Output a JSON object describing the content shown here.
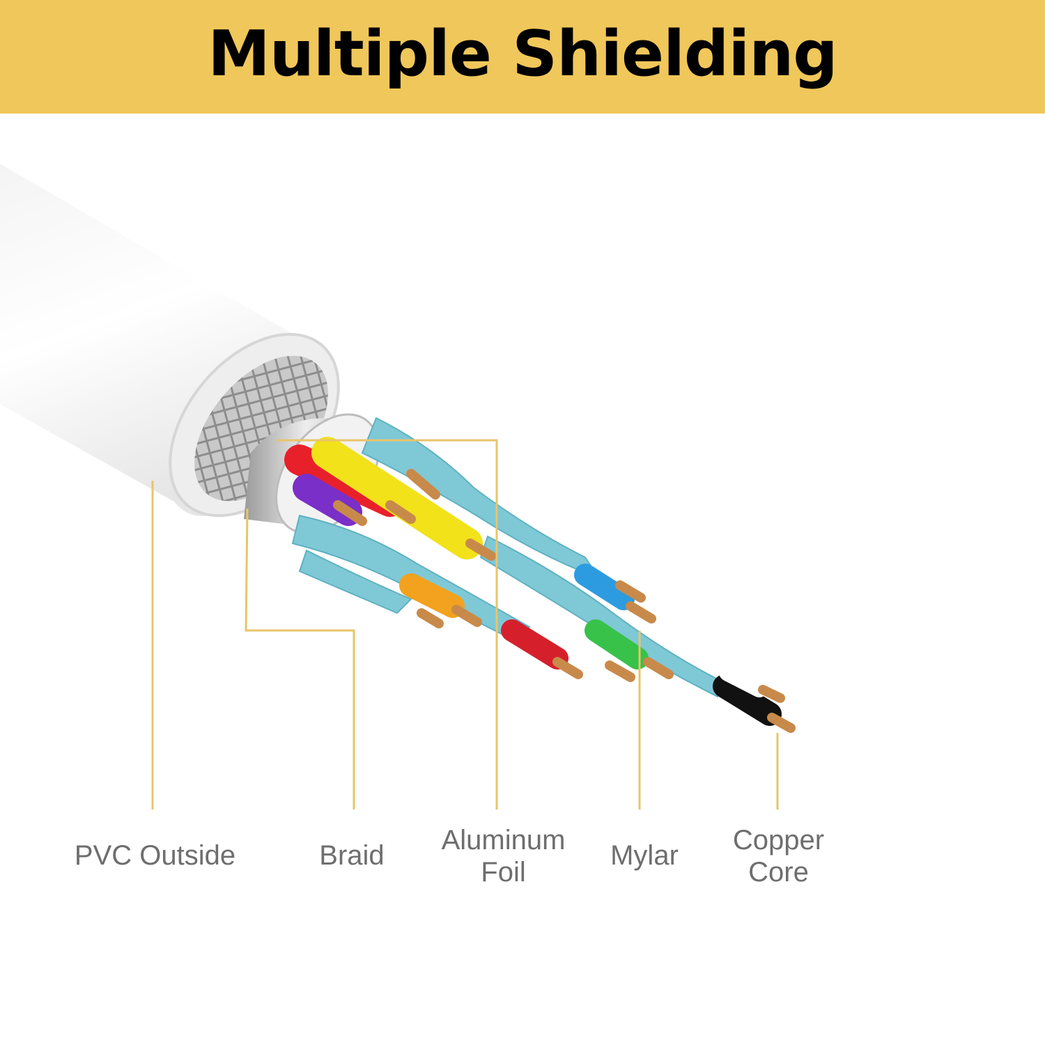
{
  "header": {
    "title": "Multiple Shielding",
    "background_color": "#f0c75a"
  },
  "diagram": {
    "leader_line_color": "#e9c46a",
    "labels": [
      {
        "id": "pvc",
        "lines": [
          "PVC Outside"
        ]
      },
      {
        "id": "braid",
        "lines": [
          "Braid"
        ]
      },
      {
        "id": "foil",
        "lines": [
          "Aluminum",
          "Foil"
        ]
      },
      {
        "id": "mylar",
        "lines": [
          "Mylar"
        ]
      },
      {
        "id": "copper",
        "lines": [
          "Copper",
          "Core"
        ]
      }
    ],
    "wire_colors": [
      "#e8202a",
      "#f2e21a",
      "#7a2fc8",
      "#f2a21e",
      "#d5202c",
      "#2d9be0",
      "#38c24a",
      "#111111",
      "#ffffff"
    ],
    "shield_color": "#7fc8d6",
    "copper_color": "#c88a4a"
  }
}
